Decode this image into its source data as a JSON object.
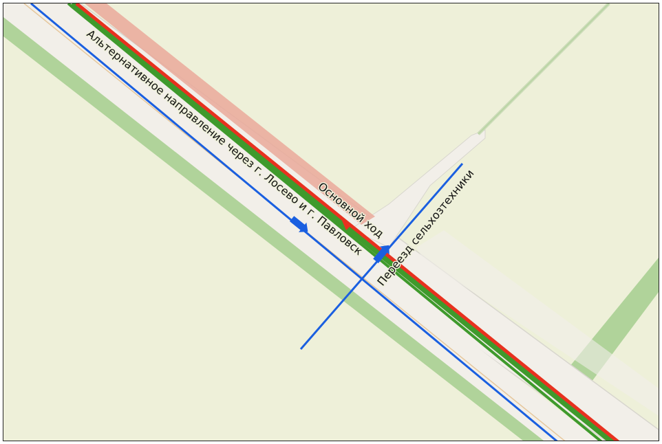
{
  "map": {
    "labels": {
      "main_route": "Основной ход",
      "alternative_route": "Альтернативное направление через г. Лосево и г. Павловск",
      "crossing": "Переезд сельхозтехники"
    },
    "colors": {
      "background": "#eef0d9",
      "field_strip": "#a9cf92",
      "road_casing": "#d8d6ce",
      "road_fill": "#f2efe9",
      "main_route_red": "#e8311f",
      "main_route_green": "#3f9a2c",
      "route_blue": "#1a5fe0",
      "bank_pink": "#eaa99a"
    },
    "icons": [
      "direction-arrow-icon",
      "direction-arrow-icon"
    ]
  }
}
